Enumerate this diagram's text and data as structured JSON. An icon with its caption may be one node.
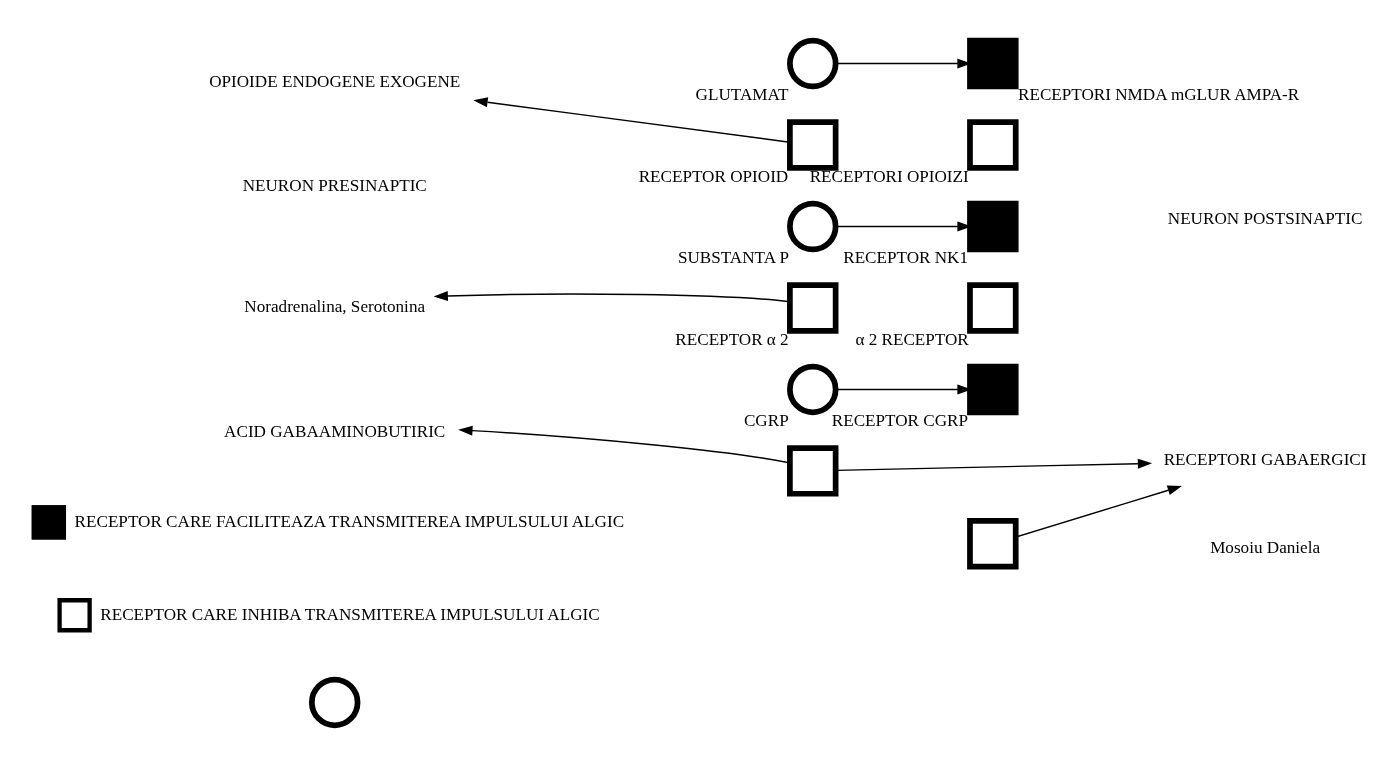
{
  "diagram": {
    "nodes": [
      {
        "text": [],
        "shape": "circle",
        "beside": [
          "GLUTAMAT"
        ]
      },
      {
        "text": [],
        "shape": "box",
        "beside": [
          "RECEPTOR OPIOID"
        ]
      },
      {
        "text": [],
        "shape": "circle",
        "beside": [
          "SUBSTANTA P"
        ]
      },
      {
        "text": [],
        "shape": "box",
        "beside": [
          "RECEPTOR α 2"
        ]
      },
      {
        "text": [],
        "shape": "circle",
        "beside": [
          "CGRP"
        ]
      },
      {
        "text": [],
        "shape": "box"
      },
      {
        "text": [],
        "shape": "box",
        "beside": [
          "RECEPTORI NMDA mGLUR AMPA-R"
        ]
      },
      {
        "text": [],
        "shape": "box",
        "beside": [
          "RECEPTORI OPIOIZI"
        ]
      },
      {
        "text": [],
        "shape": "box",
        "beside": [
          "RECEPTOR NK1"
        ]
      },
      {
        "text": [],
        "shape": "box",
        "beside": [
          "α 2 RECEPTOR"
        ]
      },
      {
        "text": [],
        "shape": "box",
        "beside": [
          "RECEPTOR CGRP"
        ]
      },
      {
        "text": [],
        "shape": "box"
      },
      {
        "text": [
          "OPIOIDE ENDOGENE EXOGENE"
        ]
      },
      {
        "text": [
          "Noradrenalina, Serotonina"
        ]
      },
      {
        "text": [
          "ACID GABAAMINOBUTIRIC"
        ]
      },
      {
        "text": [
          "RECEPTORI GABAERGICI"
        ]
      },
      {
        "text": [],
        "shape": "circle"
      }
    ],
    "edges": [
      {
        "from": 1,
        "to": 12,
        "arrow": "to"
      },
      {
        "from": 0,
        "to": 6,
        "arrow": "to"
      },
      {
        "from": 2,
        "to": 8,
        "arrow": "to"
      },
      {
        "from": 3,
        "to": 13,
        "arrow": "to"
      },
      {
        "from": 4,
        "to": 10,
        "arrow": "to"
      },
      {
        "from": 5,
        "to": 14,
        "arrow": "to"
      },
      {
        "from": 5,
        "to": 15,
        "arrow": "to"
      },
      {
        "from": 11,
        "to": 15,
        "arrow": "to"
      }
    ],
    "labels": [
      "NEURON PRESINAPTIC",
      "NEURON POSTSINAPTIC",
      "Mosoiu Daniela"
    ],
    "legend": [
      {
        "text": "RECEPTOR CARE FACILITEAZA TRANSMITEREA IMPULSULUI ALGIC"
      },
      {
        "text": "RECEPTOR CARE INHIBA TRANSMITEREA IMPULSULUI ALGIC"
      }
    ]
  }
}
